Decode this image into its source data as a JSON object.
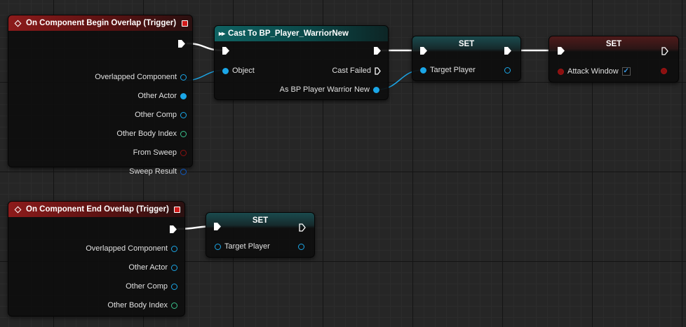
{
  "begin_overlap": {
    "title": "On Component Begin Overlap (Trigger)",
    "pins": {
      "overlapped_component": "Overlapped Component",
      "other_actor": "Other Actor",
      "other_comp": "Other Comp",
      "other_body_index": "Other Body Index",
      "from_sweep": "From Sweep",
      "sweep_result": "Sweep Result"
    }
  },
  "cast": {
    "title": "Cast To BP_Player_WarriorNew",
    "object": "Object",
    "cast_failed": "Cast Failed",
    "as_output": "As BP Player Warrior New"
  },
  "set_target_1": {
    "title": "SET",
    "pin": "Target Player"
  },
  "set_attack": {
    "title": "SET",
    "pin": "Attack Window",
    "checked_glyph": "✓"
  },
  "end_overlap": {
    "title": "On Component End Overlap (Trigger)",
    "pins": {
      "overlapped_component": "Overlapped Component",
      "other_actor": "Other Actor",
      "other_comp": "Other Comp",
      "other_body_index": "Other Body Index"
    }
  },
  "set_target_2": {
    "title": "SET",
    "pin": "Target Player"
  },
  "colors": {
    "event_header": "#8c1b1b",
    "cast_header": "#0f6363",
    "object_pin": "#1ba7e8",
    "int_pin": "#3bc28c",
    "bool_pin": "#8b1010",
    "struct_pin": "#0f59c0",
    "exec_wire": "#ffffff"
  }
}
